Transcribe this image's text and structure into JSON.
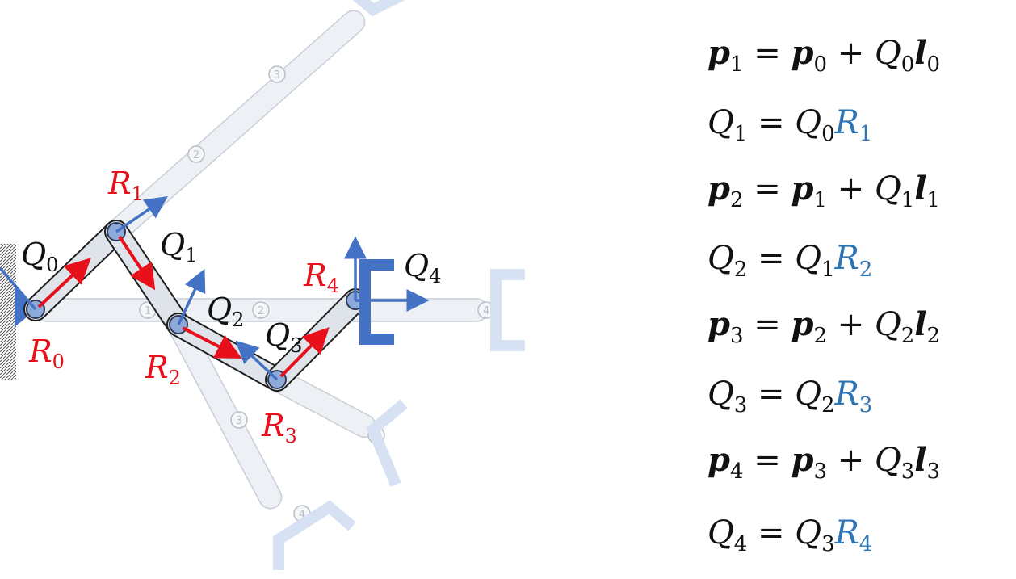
{
  "labels": {
    "R0": {
      "base": "R",
      "sub": "0"
    },
    "R1": {
      "base": "R",
      "sub": "1"
    },
    "R2": {
      "base": "R",
      "sub": "2"
    },
    "R3": {
      "base": "R",
      "sub": "3"
    },
    "R4": {
      "base": "R",
      "sub": "4"
    },
    "Q0": {
      "base": "Q",
      "sub": "0"
    },
    "Q1": {
      "base": "Q",
      "sub": "1"
    },
    "Q2": {
      "base": "Q",
      "sub": "2"
    },
    "Q3": {
      "base": "Q",
      "sub": "3"
    },
    "Q4": {
      "base": "Q",
      "sub": "4"
    }
  },
  "joint_numbers": [
    "1",
    "2",
    "3",
    "4"
  ],
  "equations": [
    {
      "lhs": "p",
      "lhs_sub": "1",
      "rhs_a": "p",
      "rhs_a_sub": "0",
      "op": "+",
      "rhs_q": "Q",
      "rhs_q_sub": "0",
      "rhs_l": "l",
      "rhs_l_sub": "0"
    },
    {
      "lhs": "Q",
      "lhs_sub": "1",
      "rhs": "Q",
      "rhs_sub": "0",
      "rot": "R",
      "rot_sub": "1"
    },
    {
      "lhs": "p",
      "lhs_sub": "2",
      "rhs_a": "p",
      "rhs_a_sub": "1",
      "op": "+",
      "rhs_q": "Q",
      "rhs_q_sub": "1",
      "rhs_l": "l",
      "rhs_l_sub": "1"
    },
    {
      "lhs": "Q",
      "lhs_sub": "2",
      "rhs": "Q",
      "rhs_sub": "1",
      "rot": "R",
      "rot_sub": "2"
    },
    {
      "lhs": "p",
      "lhs_sub": "3",
      "rhs_a": "p",
      "rhs_a_sub": "2",
      "op": "+",
      "rhs_q": "Q",
      "rhs_q_sub": "2",
      "rhs_l": "l",
      "rhs_l_sub": "2"
    },
    {
      "lhs": "Q",
      "lhs_sub": "3",
      "rhs": "Q",
      "rhs_sub": "2",
      "rot": "R",
      "rot_sub": "3"
    },
    {
      "lhs": "p",
      "lhs_sub": "4",
      "rhs_a": "p",
      "rhs_a_sub": "3",
      "op": "+",
      "rhs_q": "Q",
      "rhs_q_sub": "3",
      "rhs_l": "l",
      "rhs_l_sub": "3"
    },
    {
      "lhs": "Q",
      "lhs_sub": "4",
      "rhs": "Q",
      "rhs_sub": "3",
      "rot": "R",
      "rot_sub": "4"
    }
  ],
  "colors": {
    "rotation_arrow": "#e8101a",
    "frame_arrow": "#4472c4",
    "gripper": "#4472c4",
    "gripper_ghost": "#d6e1f3",
    "link_fill": "#dfe3ea",
    "ghost_link_fill": "#edf0f4",
    "equation_rotation": "#2e75b6"
  }
}
